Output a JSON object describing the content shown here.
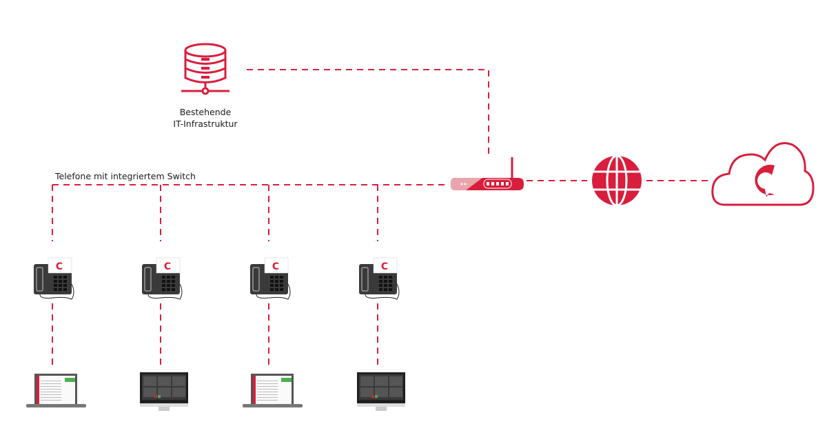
{
  "colors": {
    "accent": "#d81e3c",
    "dark": "#3a3a3a",
    "screen": "#2b2b2b",
    "green": "#4caf50"
  },
  "server": {
    "icon": "database-server-icon",
    "label_line1": "Bestehende",
    "label_line2": "IT-Infrastruktur"
  },
  "switch_label": "Telefone mit integriertem Switch",
  "router": {
    "icon": "router-icon"
  },
  "internet": {
    "icon": "globe-icon"
  },
  "cloud": {
    "icon": "cloud-icon",
    "logo": "C"
  },
  "phones": [
    {
      "logo": "C",
      "device": "laptop"
    },
    {
      "logo": "C",
      "device": "monitor"
    },
    {
      "logo": "C",
      "device": "laptop"
    },
    {
      "logo": "C",
      "device": "monitor"
    }
  ]
}
